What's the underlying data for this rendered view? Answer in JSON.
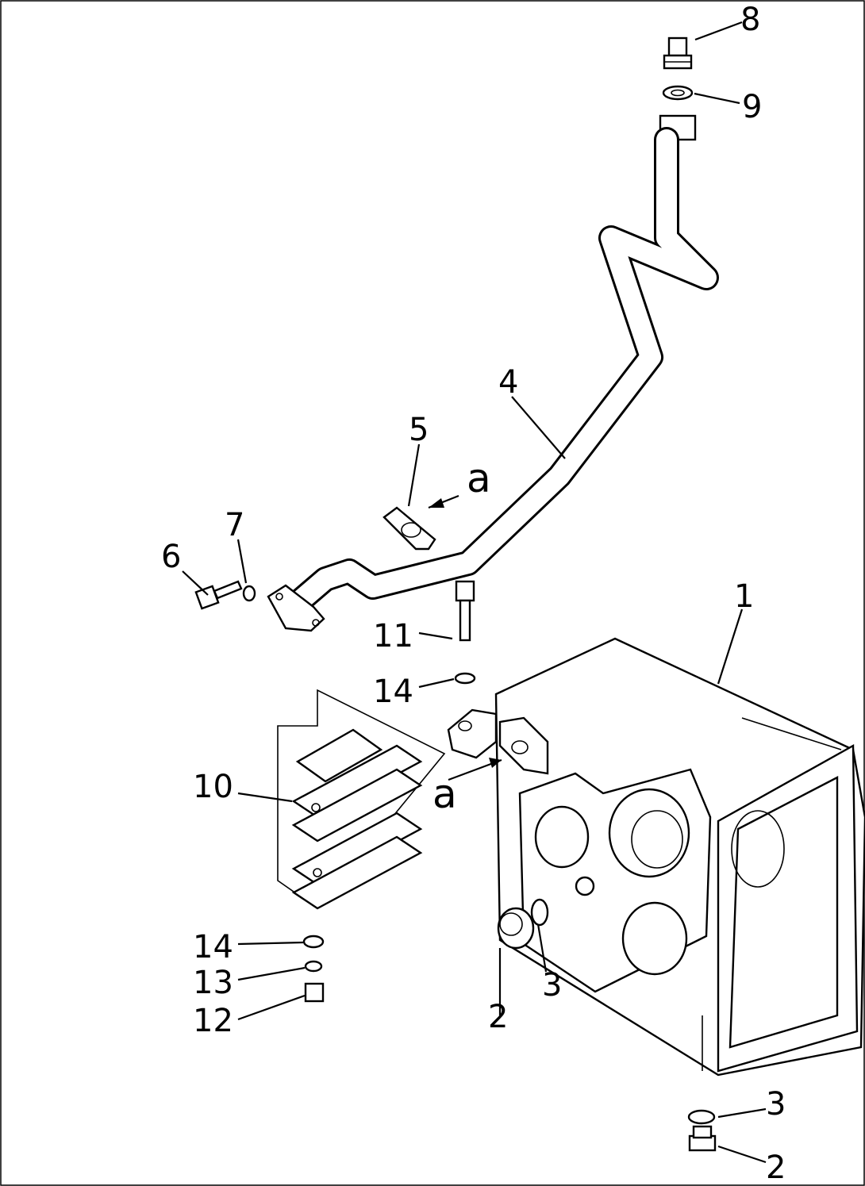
{
  "diagram": {
    "callouts": {
      "c1": "1",
      "c2a": "2",
      "c2b": "2",
      "c3a": "3",
      "c3b": "3",
      "c4": "4",
      "c5": "5",
      "c6": "6",
      "c7": "7",
      "c8": "8",
      "c9": "9",
      "c10": "10",
      "c11": "11",
      "c12": "12",
      "c13": "13",
      "c14a": "14",
      "c14b": "14"
    },
    "reference_marks": {
      "ra": "a",
      "rb": "a"
    }
  }
}
